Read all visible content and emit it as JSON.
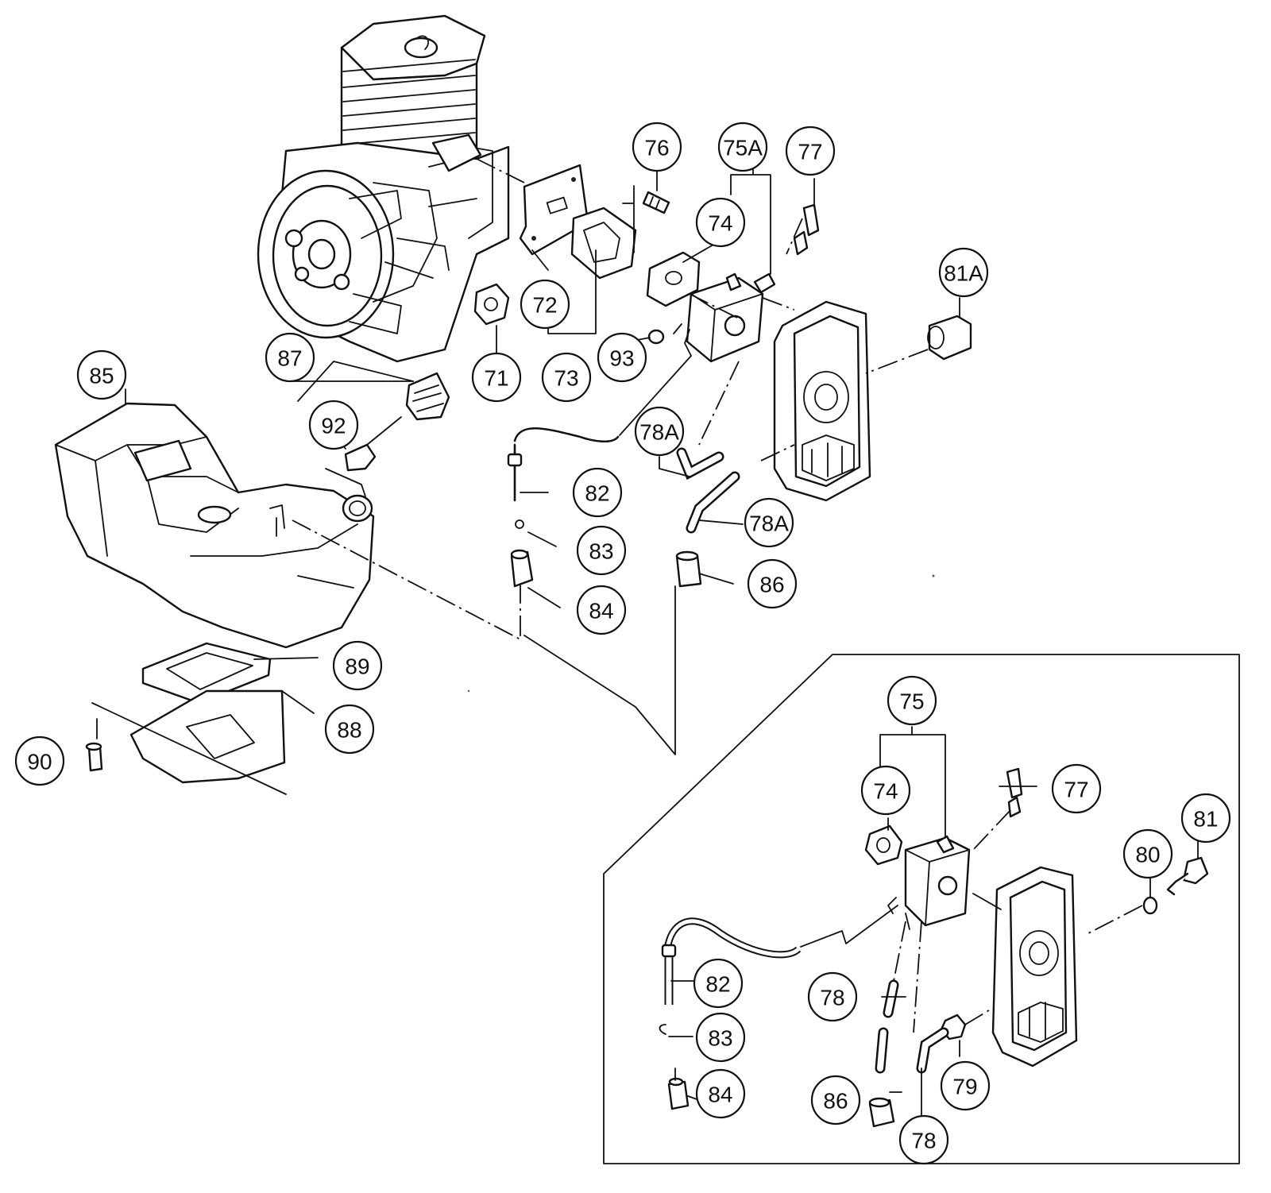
{
  "callouts": [
    {
      "id": "c71",
      "label": "71"
    },
    {
      "id": "c72",
      "label": "72"
    },
    {
      "id": "c73",
      "label": "73"
    },
    {
      "id": "c74",
      "label": "74"
    },
    {
      "id": "c75A",
      "label": "75A"
    },
    {
      "id": "c76",
      "label": "76"
    },
    {
      "id": "c77",
      "label": "77"
    },
    {
      "id": "c81A",
      "label": "81A"
    },
    {
      "id": "c82",
      "label": "82"
    },
    {
      "id": "c83",
      "label": "83"
    },
    {
      "id": "c84",
      "label": "84"
    },
    {
      "id": "c85",
      "label": "85"
    },
    {
      "id": "c86",
      "label": "86"
    },
    {
      "id": "c87",
      "label": "87"
    },
    {
      "id": "c88",
      "label": "88"
    },
    {
      "id": "c89",
      "label": "89"
    },
    {
      "id": "c90",
      "label": "90"
    },
    {
      "id": "c92",
      "label": "92"
    },
    {
      "id": "c93",
      "label": "93"
    },
    {
      "id": "c78A_top",
      "label": "78A"
    },
    {
      "id": "c78A_bottom",
      "label": "78A"
    },
    {
      "id": "i75",
      "label": "75"
    },
    {
      "id": "i74",
      "label": "74"
    },
    {
      "id": "i77",
      "label": "77"
    },
    {
      "id": "i81",
      "label": "81"
    },
    {
      "id": "i80",
      "label": "80"
    },
    {
      "id": "i82",
      "label": "82"
    },
    {
      "id": "i83",
      "label": "83"
    },
    {
      "id": "i84",
      "label": "84"
    },
    {
      "id": "i78_left",
      "label": "78"
    },
    {
      "id": "i78_bottom",
      "label": "78"
    },
    {
      "id": "i79",
      "label": "79"
    },
    {
      "id": "i86",
      "label": "86"
    }
  ]
}
